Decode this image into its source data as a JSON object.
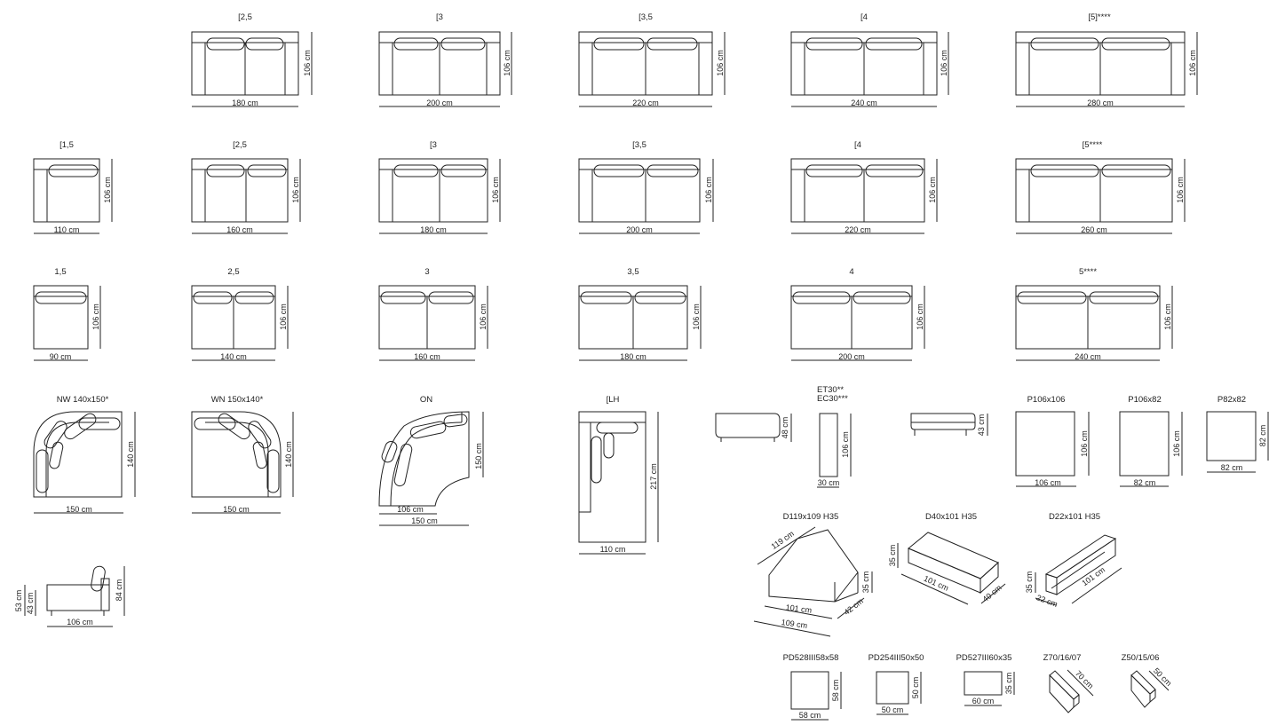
{
  "rows": {
    "row1": [
      {
        "label": "[2,5",
        "width": "180 cm",
        "depth": "106 cm"
      },
      {
        "label": "[3",
        "width": "200 cm",
        "depth": "106 cm"
      },
      {
        "label": "[3,5",
        "width": "220 cm",
        "depth": "106 cm"
      },
      {
        "label": "[4",
        "width": "240 cm",
        "depth": "106 cm"
      },
      {
        "label": "[5]****",
        "width": "280 cm",
        "depth": "106 cm"
      }
    ],
    "row2": [
      {
        "label": "[1,5",
        "width": "110 cm",
        "depth": "106 cm"
      },
      {
        "label": "[2,5",
        "width": "160 cm",
        "depth": "106 cm"
      },
      {
        "label": "[3",
        "width": "180 cm",
        "depth": "106 cm"
      },
      {
        "label": "[3,5",
        "width": "200 cm",
        "depth": "106 cm"
      },
      {
        "label": "[4",
        "width": "220 cm",
        "depth": "106 cm"
      },
      {
        "label": "[5****",
        "width": "260 cm",
        "depth": "106 cm"
      }
    ],
    "row3": [
      {
        "label": "1,5",
        "width": "90 cm",
        "depth": "106 cm"
      },
      {
        "label": "2,5",
        "width": "140 cm",
        "depth": "106 cm"
      },
      {
        "label": "3",
        "width": "160 cm",
        "depth": "106 cm"
      },
      {
        "label": "3,5",
        "width": "180 cm",
        "depth": "106 cm"
      },
      {
        "label": "4",
        "width": "200 cm",
        "depth": "106 cm"
      },
      {
        "label": "5****",
        "width": "240 cm",
        "depth": "106 cm"
      }
    ]
  },
  "corners": {
    "nw": {
      "label": "NW 140x150*",
      "width": "150 cm",
      "depth": "140 cm"
    },
    "wn": {
      "label": "WN 150x140*",
      "width": "150 cm",
      "depth": "140 cm"
    },
    "on": {
      "label": "ON",
      "inner": "106 cm",
      "width": "150 cm",
      "depth": "150 cm"
    },
    "lh": {
      "label": "[LH",
      "width": "110 cm",
      "depth": "217 cm"
    }
  },
  "side": {
    "h1": "53 cm",
    "h2": "43 cm",
    "h3": "84 cm",
    "width": "106 cm"
  },
  "small": {
    "et_label1": "ET30**",
    "et_label2": "EC30***",
    "bench_height": "48 cm",
    "et_depth": "106 cm",
    "et_width": "30 cm",
    "ottoman_height": "43 cm"
  },
  "poufs": [
    {
      "label": "P106x106",
      "width": "106 cm",
      "depth": "106 cm"
    },
    {
      "label": "P106x82",
      "width": "82 cm",
      "depth": "106 cm"
    },
    {
      "label": "P82x82",
      "width": "82 cm",
      "depth": "82 cm"
    }
  ],
  "tables": {
    "d119": {
      "label": "D119x109 H35",
      "d1": "119 cm",
      "d2": "101 cm",
      "d3": "109 cm",
      "d4": "42 cm",
      "h": "35 cm"
    },
    "d40": {
      "label": "D40x101 H35",
      "h": "35 cm",
      "l": "101 cm",
      "w": "40 cm"
    },
    "d22": {
      "label": "D22x101 H35",
      "h": "35 cm",
      "w": "22 cm",
      "l": "101 cm"
    }
  },
  "cubes": [
    {
      "label": "PD528III58x58",
      "w": "58 cm",
      "h": "58 cm"
    },
    {
      "label": "PD254III50x50",
      "w": "50 cm",
      "h": "50 cm"
    },
    {
      "label": "PD527III60x35",
      "w": "60 cm",
      "h": "35 cm"
    }
  ],
  "zs": [
    {
      "label": "Z70/16/07",
      "d": "70 cm"
    },
    {
      "label": "Z50/15/06",
      "d": "50 cm"
    }
  ]
}
